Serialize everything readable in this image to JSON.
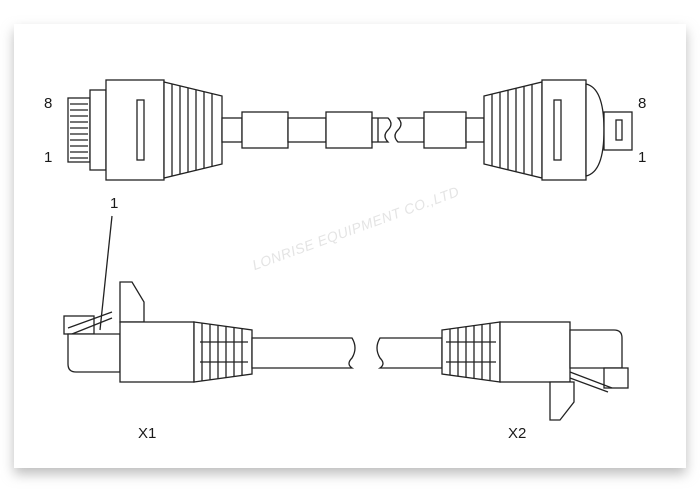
{
  "colors": {
    "line": "#222222",
    "background": "#ffffff",
    "shadow": "#bdbdbd",
    "watermark": "#e4e4e4"
  },
  "top_view": {
    "left_connector": {
      "pin_high": "8",
      "pin_low": "1"
    },
    "right_connector": {
      "pin_high": "8",
      "pin_low": "1"
    }
  },
  "side_view": {
    "callout": "1",
    "left_label": "X1",
    "right_label": "X2"
  },
  "watermark": "LONRISE EQUIPMENT CO.,LTD"
}
